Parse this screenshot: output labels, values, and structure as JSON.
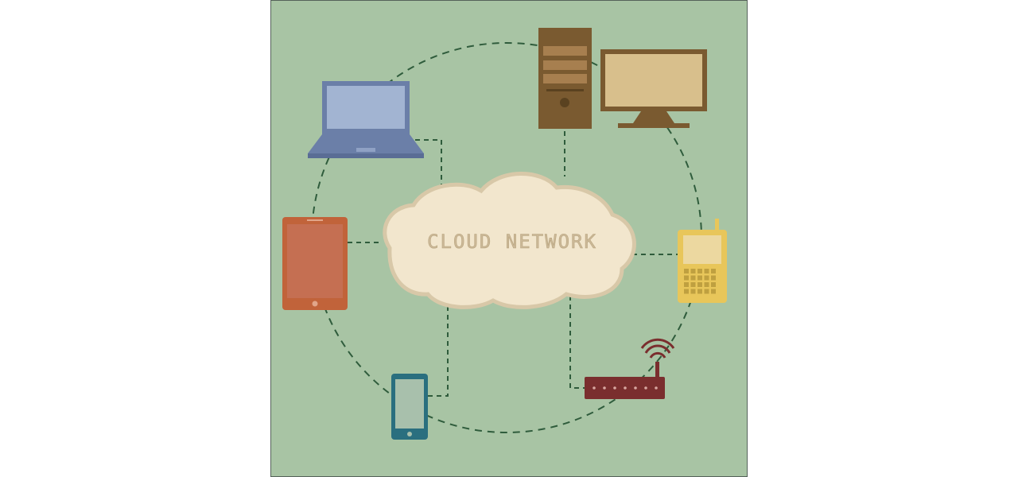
{
  "diagram": {
    "title": "CLOUD NETWORK",
    "nodes": [
      {
        "id": "laptop",
        "icon": "laptop-icon"
      },
      {
        "id": "desktop-tower",
        "icon": "desktop-tower-icon"
      },
      {
        "id": "monitor",
        "icon": "monitor-icon"
      },
      {
        "id": "tablet",
        "icon": "tablet-icon"
      },
      {
        "id": "feature-phone",
        "icon": "feature-phone-icon"
      },
      {
        "id": "smartphone",
        "icon": "smartphone-icon"
      },
      {
        "id": "wifi-router",
        "icon": "wifi-router-icon"
      }
    ]
  },
  "colors": {
    "background": "#a8c4a4",
    "border": "#55625a",
    "dash": "#2f5c3c",
    "cloud_fill": "#f2e6cd",
    "cloud_stroke": "#d8c8a8",
    "cloud_text": "#ccb998",
    "laptop": "#6b7fa8",
    "laptop_screen": "#a2b4d2",
    "tower": "#7a5a30",
    "tower_panel": "#a77f4f",
    "monitor_frame": "#7a5a30",
    "monitor_screen": "#d8bf8c",
    "tablet": "#c1633a",
    "tablet_screen": "#c56f52",
    "feature_phone": "#e8c65a",
    "feature_phone_screen": "#ecd8a0",
    "smartphone": "#2a6f7f",
    "smartphone_screen": "#a8c0ac",
    "router": "#7a2e2e"
  }
}
